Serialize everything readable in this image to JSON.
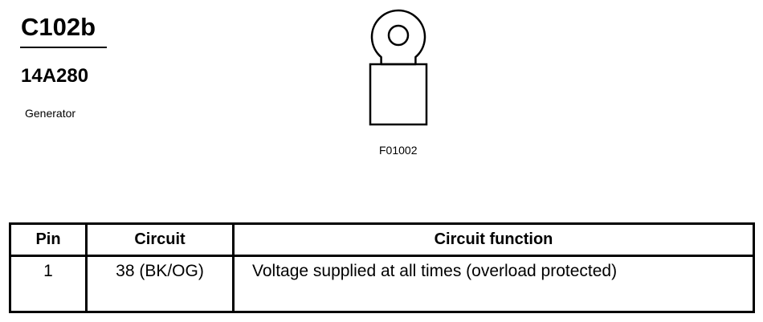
{
  "header": {
    "connector_id": "C102b",
    "part_number": "14A280",
    "component_name": "Generator"
  },
  "figure": {
    "icon": "ring-terminal-connector-icon",
    "label": "F01002"
  },
  "table": {
    "headers": {
      "pin": "Pin",
      "circuit": "Circuit",
      "function": "Circuit function"
    },
    "rows": [
      {
        "pin": "1",
        "circuit": "38 (BK/OG)",
        "function": "Voltage supplied at all times (overload protected)"
      }
    ]
  }
}
